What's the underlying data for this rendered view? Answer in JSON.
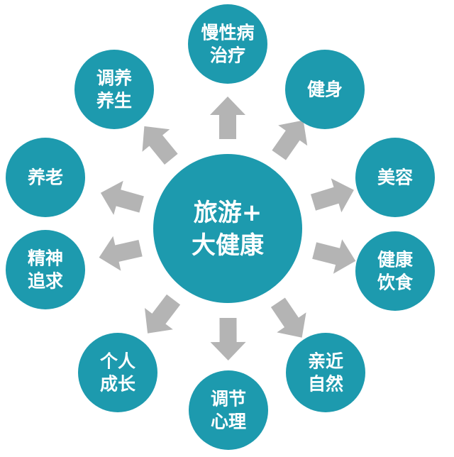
{
  "colors": {
    "node_fill": "#1d9aae",
    "arrow_fill": "#b4b4b4",
    "text": "#ffffff",
    "background": "#ffffff"
  },
  "center": {
    "lines": [
      "旅游+",
      "大健康"
    ]
  },
  "nodes": [
    {
      "id": "chronic-disease",
      "lines": [
        "慢性病",
        "治疗"
      ]
    },
    {
      "id": "fitness",
      "lines": [
        "健身"
      ]
    },
    {
      "id": "beauty",
      "lines": [
        "美容"
      ]
    },
    {
      "id": "healthy-diet",
      "lines": [
        "健康",
        "饮食"
      ]
    },
    {
      "id": "close-to-nature",
      "lines": [
        "亲近",
        "自然"
      ]
    },
    {
      "id": "psych-adjust",
      "lines": [
        "调节",
        "心理"
      ]
    },
    {
      "id": "personal-growth",
      "lines": [
        "个人",
        "成长"
      ]
    },
    {
      "id": "spiritual-pursuit",
      "lines": [
        "精神",
        "追求"
      ]
    },
    {
      "id": "elderly-care",
      "lines": [
        "养老"
      ]
    },
    {
      "id": "wellness",
      "lines": [
        "调养",
        "养生"
      ]
    }
  ]
}
